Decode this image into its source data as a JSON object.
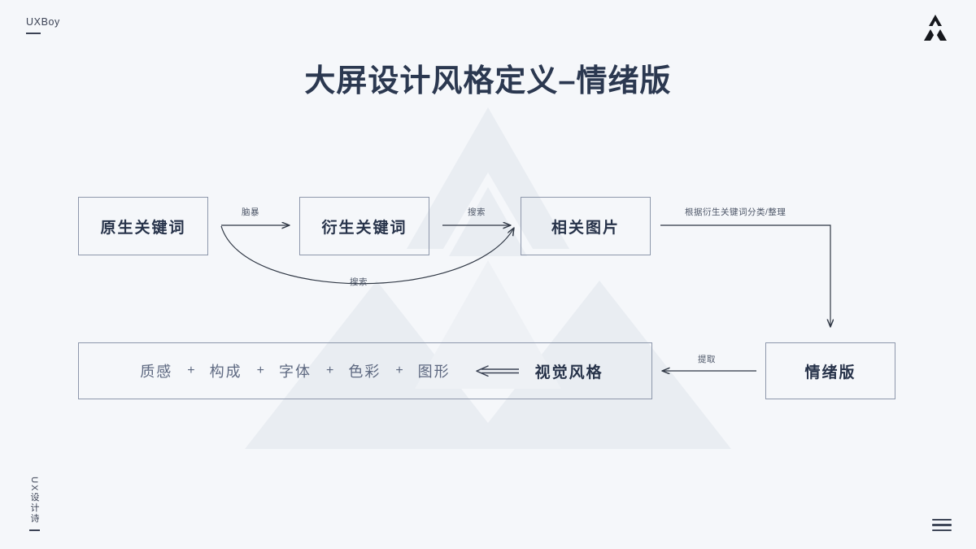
{
  "header": {
    "brand": "UXBoy",
    "logo_icon": "triangle-triad-logo-icon",
    "title": "大屏设计风格定义–情绪版"
  },
  "flow": {
    "nodes": [
      {
        "id": "origin",
        "label": "原生关键词"
      },
      {
        "id": "derived",
        "label": "衍生关键词"
      },
      {
        "id": "images",
        "label": "相关图片"
      },
      {
        "id": "mood",
        "label": "情绪版"
      }
    ],
    "edges": [
      {
        "id": "brainstorm",
        "label": "脑暴",
        "from": "origin",
        "to": "derived"
      },
      {
        "id": "search-1",
        "label": "搜索",
        "from": "derived",
        "to": "images"
      },
      {
        "id": "search-2",
        "label": "搜索",
        "from": "origin",
        "to": "images"
      },
      {
        "id": "classify",
        "label": "根据衍生关键词分类/整理",
        "from": "images",
        "to": "mood"
      },
      {
        "id": "extract",
        "label": "提取",
        "from": "mood",
        "to": "formula"
      }
    ]
  },
  "formula": {
    "terms": [
      "质感",
      "构成",
      "字体",
      "色彩",
      "图形"
    ],
    "operator": "+",
    "arrow": "long-left-arrow-icon",
    "result": "视觉风格"
  },
  "footer": {
    "vertical_text": "UX设计诗",
    "menu_icon": "hamburger-menu-icon"
  },
  "colors": {
    "background": "#f5f7fa",
    "title": "#2b3850",
    "node_border": "#8d97ab",
    "node_text": "#27334a",
    "muted_text": "#5d6880",
    "line": "#3a4254",
    "watermark": "#e8ecf1"
  }
}
